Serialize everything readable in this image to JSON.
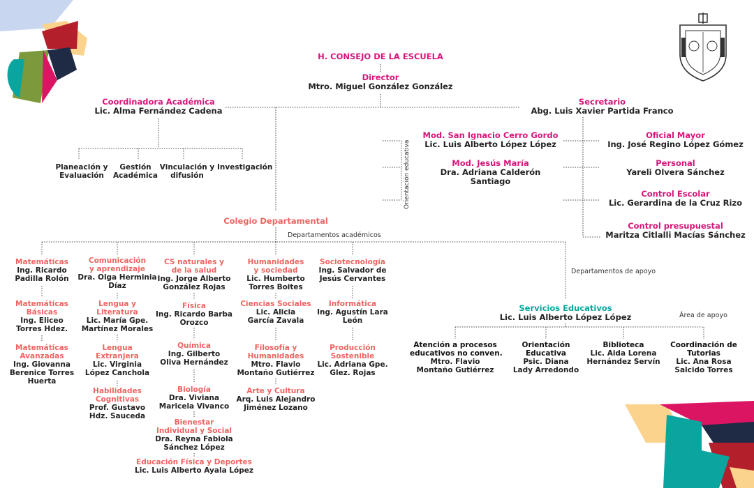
{
  "colors": {
    "magenta": "#d6157a",
    "salmon": "#ee6461",
    "teal": "#0aa59e",
    "dark": "#1a1a1a"
  },
  "icons": [
    "university-seal-icon",
    "corner-logo-icon",
    "corner-geometric-decoration-icon"
  ],
  "chart": {
    "consejo": "H. CONSEJO DE LA ESCUELA",
    "director": {
      "title": "Director",
      "person": "Mtro. Miguel González González"
    },
    "coordinadora": {
      "title": "Coordinadora Académica",
      "person": "Lic. Alma Fernández Cadena"
    },
    "secretario": {
      "title": "Secretario",
      "person": "Abg. Luis Xavier Partida Franco"
    },
    "coord_units": [
      "Planeación y\nEvaluación",
      "Gestión\nAcadémica",
      "Vinculación y\ndifusión",
      "Investigación"
    ],
    "modulos": [
      {
        "title": "Mod. San Ignacio Cerro Gordo",
        "person": "Lic. Luis Alberto López López"
      },
      {
        "title": "Mod. Jesús María",
        "person": "Dra. Adriana Calderón Santiago"
      }
    ],
    "orientacion_label": "Orientación educativa",
    "sec_units": [
      {
        "title": "Oficial Mayor",
        "person": "Ing. José Regino López Gómez"
      },
      {
        "title": "Personal",
        "person": "Yareli Olvera Sánchez"
      },
      {
        "title": "Control Escolar",
        "person": "Lic. Gerardina de la Cruz Rizo"
      },
      {
        "title": "Control presupuestal",
        "person": "Maritza Citlalli Macías Sánchez"
      }
    ],
    "colegio": "Colegio Departamental",
    "deptos_label": "Departamentos académicos",
    "apoyo_label": "Departamentos de apoyo",
    "area_label": "Área de apoyo",
    "col1": [
      {
        "title": "Matemáticas",
        "person": "Ing. Ricardo\nPadilla Rolón"
      },
      {
        "title": "Matemáticas\nBásicas",
        "person": "Ing. Eliceo\nTorres Hdez."
      },
      {
        "title": "Matemáticas\nAvanzadas",
        "person": "Ing. Giovanna\nBerenice Torres\nHuerta"
      }
    ],
    "col2": [
      {
        "title": "Comunicación\ny aprendizaje",
        "person": "Dra. Olga Herminia\nDíaz"
      },
      {
        "title": "Lengua y\nLiteratura",
        "person": "Lic. María Gpe.\nMartínez Morales"
      },
      {
        "title": "Lengua\nExtranjera",
        "person": "Lic. Virginia\nLópez Canchola"
      },
      {
        "title": "Habilidades\nCognitivas",
        "person": "Prof. Gustavo\nHdz. Sauceda"
      }
    ],
    "col3": [
      {
        "title": "CS naturales y\nde la salud",
        "person": "Ing. Jorge Alberto\nGonzález Rojas"
      },
      {
        "title": "Física",
        "person": "Ing. Ricardo Barba\nOrozco"
      },
      {
        "title": "Química",
        "person": "Ing. Gilberto\nOliva Hernández"
      },
      {
        "title": "Biología",
        "person": "Dra. Viviana\nMaricela Vivanco"
      },
      {
        "title": "Bienestar\nIndividual y Social",
        "person": "Dra. Reyna Fabiola\nSánchez López"
      },
      {
        "title": "Educación Física y Deportes",
        "person": "Lic. Luis Alberto Ayala López"
      }
    ],
    "col4": [
      {
        "title": "Humanidades\ny sociedad",
        "person": "Lic. Humberto\nTorres Boites"
      },
      {
        "title": "Ciencias Sociales",
        "person": "Lic. Alicia\nGarcía Zavala"
      },
      {
        "title": "Filosofía y\nHumanidades",
        "person": "Mtro. Flavio\nMontaño Gutiérrez"
      },
      {
        "title": "Arte y Cultura",
        "person": "Arq. Luis Alejandro\nJiménez Lozano"
      }
    ],
    "col5": [
      {
        "title": "Sociotecnología",
        "person": "Ing. Salvador de\nJesús Cervantes"
      },
      {
        "title": "Informática",
        "person": "Ing. Agustín Lara\nLeón"
      },
      {
        "title": "Producción\nSostenible",
        "person": "Lic. Adriana Gpe.\nGlez. Rojas"
      }
    ],
    "servicios": {
      "title": "Servicios Educativos",
      "person": "Lic. Luis Alberto López López"
    },
    "apoyo": [
      {
        "title": "Atención a procesos\neducativos no conven.",
        "person": "Mtro. Flavio\nMontaño Gutiérrez"
      },
      {
        "title": "Orientación\nEducativa",
        "person": "Psic. Diana\nLady Arredondo"
      },
      {
        "title": "Biblioteca",
        "person": "Lic. Aida Lorena\nHernández Servín"
      },
      {
        "title": "Coordinación de\nTutorias",
        "person": "Lic. Ana Rosa\nSalcido Torres"
      }
    ]
  }
}
